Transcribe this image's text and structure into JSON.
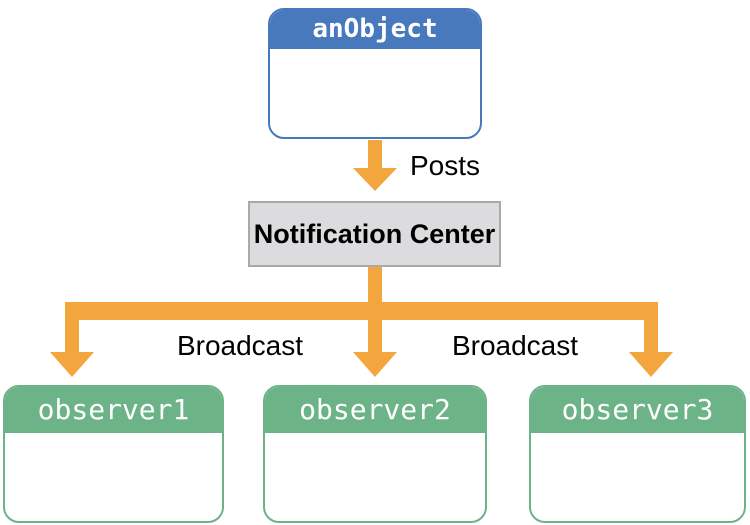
{
  "colors": {
    "blue": "#4879BD",
    "green": "#6DB388",
    "orange": "#F4A63E",
    "gray-fill": "#DCDCDE",
    "gray-border": "#A9A9AC"
  },
  "diagram": {
    "nodes": {
      "an_object": {
        "label": "anObject"
      },
      "notification_center": {
        "label": "Notification Center"
      },
      "observer1": {
        "label": "observer1"
      },
      "observer2": {
        "label": "observer2"
      },
      "observer3": {
        "label": "observer3"
      }
    },
    "edges": {
      "posts_label": "Posts",
      "broadcast_label_left": "Broadcast",
      "broadcast_label_right": "Broadcast"
    }
  }
}
